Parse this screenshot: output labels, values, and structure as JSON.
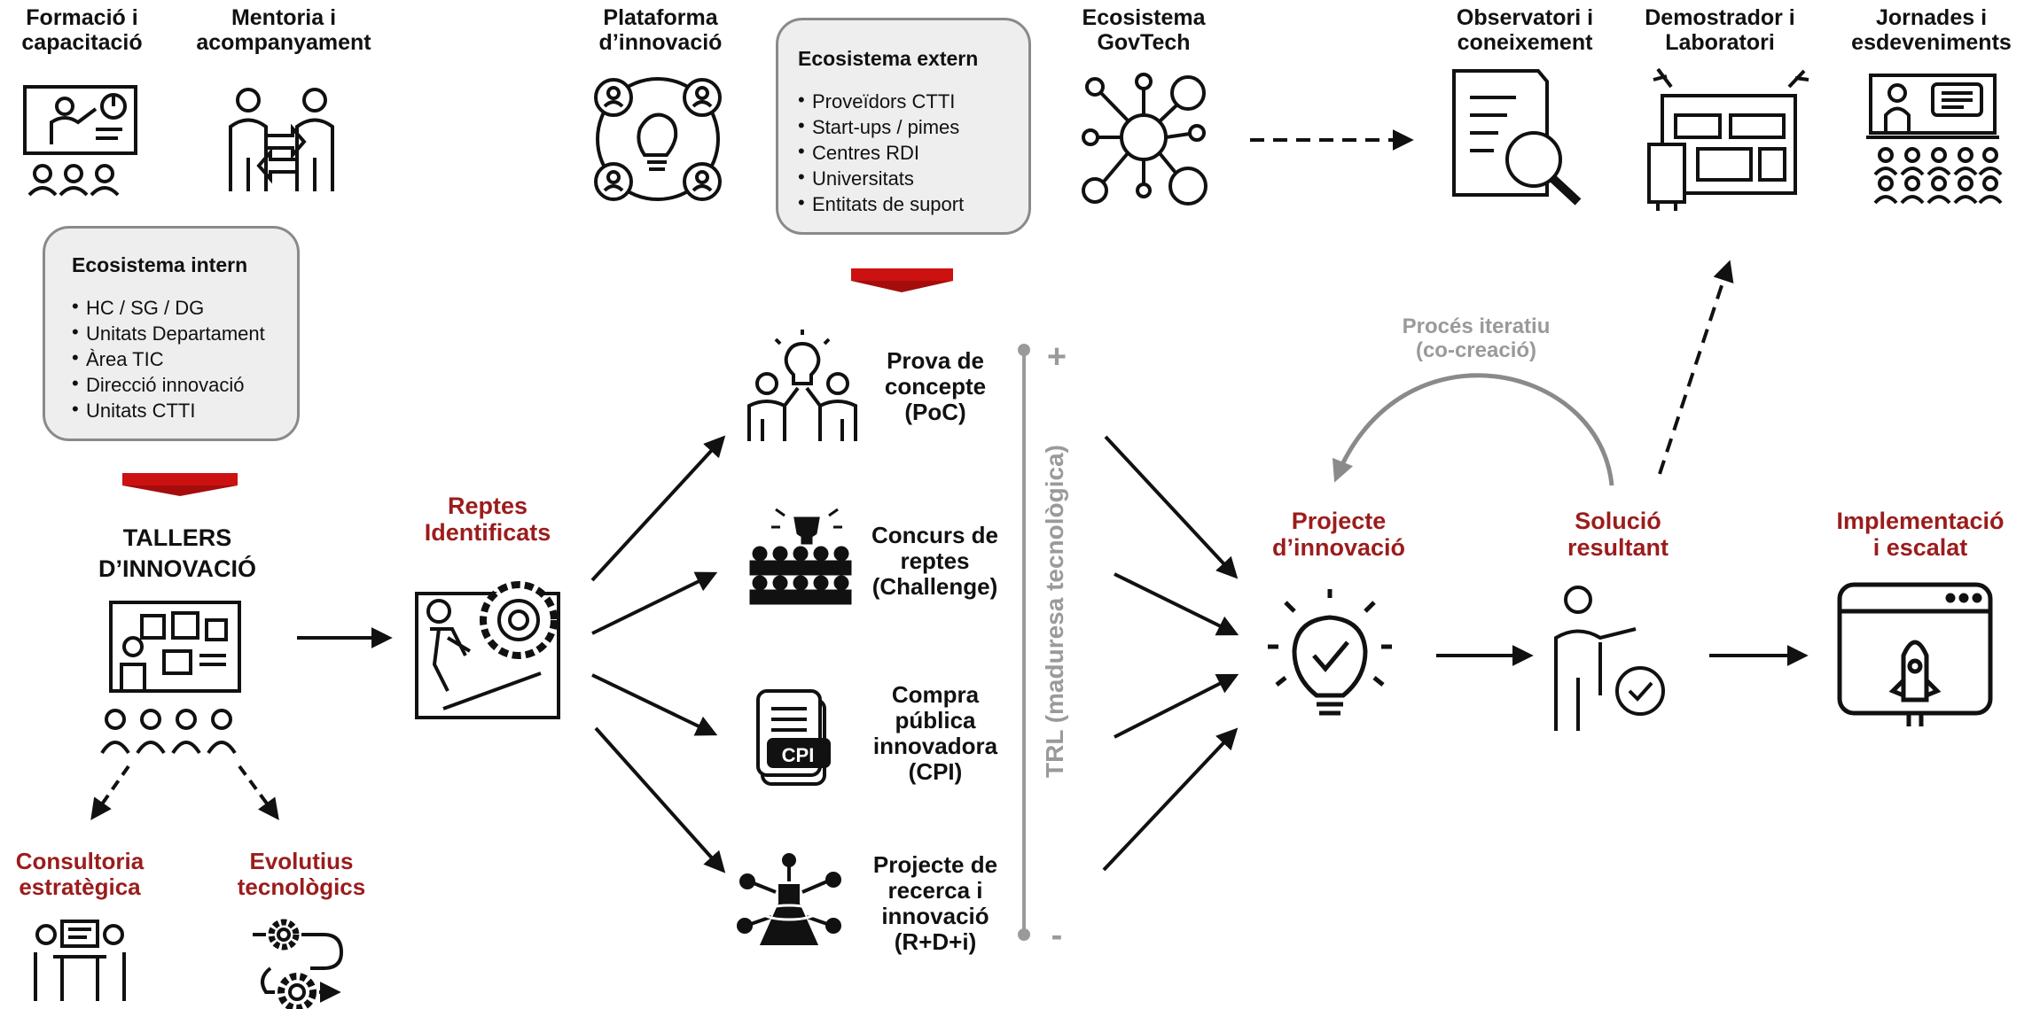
{
  "top": {
    "formacio": [
      "Formació i",
      "capacitació"
    ],
    "mentoria": [
      "Mentoria i",
      "acompanyament"
    ],
    "plataforma": [
      "Plataforma",
      "d’innovació"
    ],
    "govtech": [
      "Ecosistema",
      "GovTech"
    ],
    "observatori": [
      "Observatori i",
      "coneixement"
    ],
    "demostrador": [
      "Demostrador i",
      "Laboratori"
    ],
    "jornades": [
      "Jornades i",
      "esdeveniments"
    ]
  },
  "ecosistema_extern": {
    "title": "Ecosistema extern",
    "items": [
      "Proveïdors CTTI",
      "Start-ups / pimes",
      "Centres RDI",
      "Universitats",
      "Entitats de suport"
    ]
  },
  "ecosistema_intern": {
    "title": "Ecosistema intern",
    "items": [
      "HC / SG / DG",
      "Unitats Departament",
      "Àrea TIC",
      "Direcció innovació",
      "Unitats CTTI"
    ]
  },
  "tallers": [
    "TALLERS",
    "D’INNOVACIÓ"
  ],
  "consultoria": [
    "Consultoria",
    "estratègica"
  ],
  "evolutius": [
    "Evolutius",
    "tecnològics"
  ],
  "reptes": [
    "Reptes",
    "Identificats"
  ],
  "instruments": {
    "poc": [
      "Prova de",
      "concepte",
      "(PoC)"
    ],
    "concurs": [
      "Concurs de",
      "reptes",
      "(Challenge)"
    ],
    "cpi": [
      "Compra",
      "pública",
      "innovadora",
      "(CPI)"
    ],
    "recerca": [
      "Projecte de",
      "recerca i",
      "innovació",
      "(R+D+i)"
    ],
    "cpi_icon_text": "CPI"
  },
  "trl": {
    "label": "TRL (maduresa tecnològica)",
    "plus": "+",
    "minus": "-"
  },
  "proces": [
    "Procés iteratiu",
    "(co-creació)"
  ],
  "projecte": [
    "Projecte",
    "d’innovació"
  ],
  "solucio": [
    "Solució",
    "resultant"
  ],
  "implementacio": [
    "Implementació",
    "i escalat"
  ],
  "colors": {
    "dark_red": "#9b1c1c",
    "arrow_red": "#cc1111",
    "gray": "#9a9a9a",
    "box_bg": "#eeeeee"
  }
}
